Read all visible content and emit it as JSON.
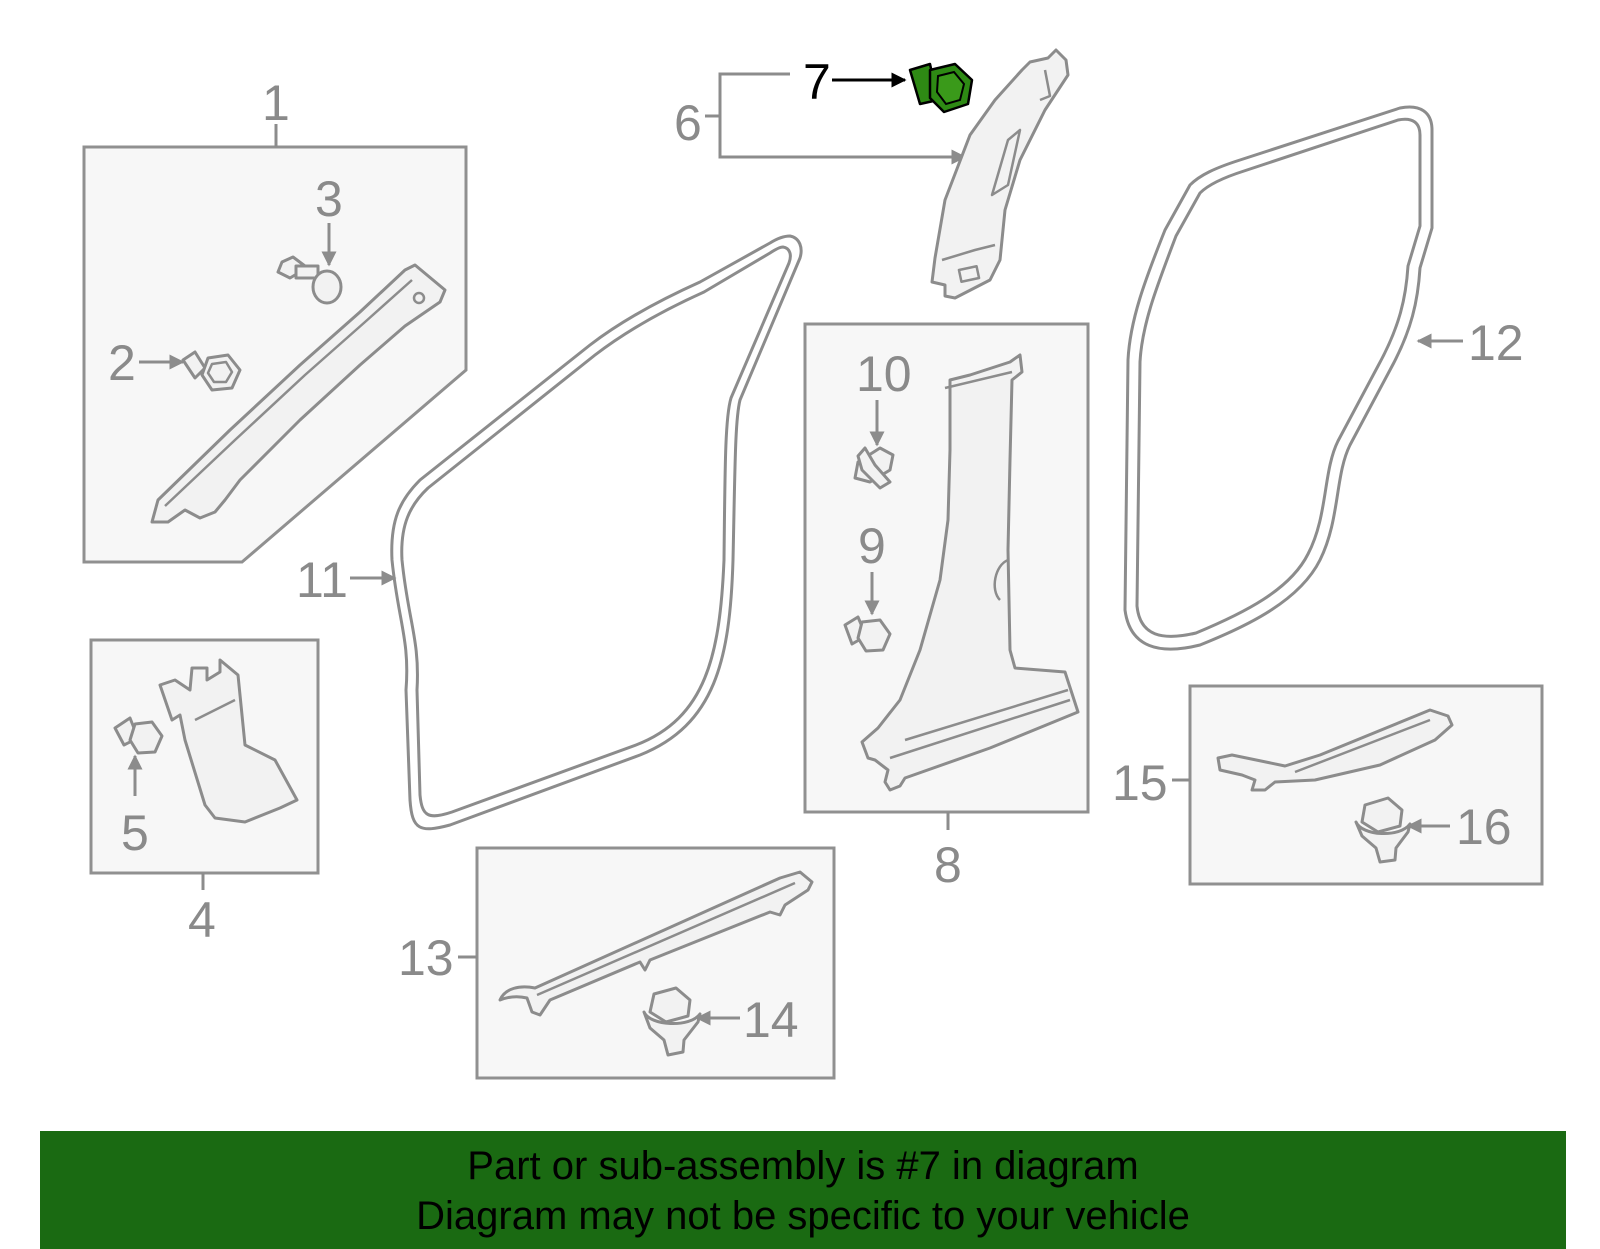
{
  "callouts": {
    "c1": "1",
    "c2": "2",
    "c3": "3",
    "c4": "4",
    "c5": "5",
    "c6": "6",
    "c7": "7",
    "c8": "8",
    "c9": "9",
    "c10": "10",
    "c11": "11",
    "c12": "12",
    "c13": "13",
    "c14": "14",
    "c15": "15",
    "c16": "16"
  },
  "highlight": {
    "part_number": "7",
    "color": "#2e8a14"
  },
  "banner": {
    "line1": "Part or sub-assembly is #7 in diagram",
    "line2": "Diagram may not be specific to your vehicle",
    "background": "#1a6a12"
  },
  "colors": {
    "outline": "#8c8c8c",
    "box_fill": "#f7f7f7",
    "label": "#8a8a8a"
  }
}
